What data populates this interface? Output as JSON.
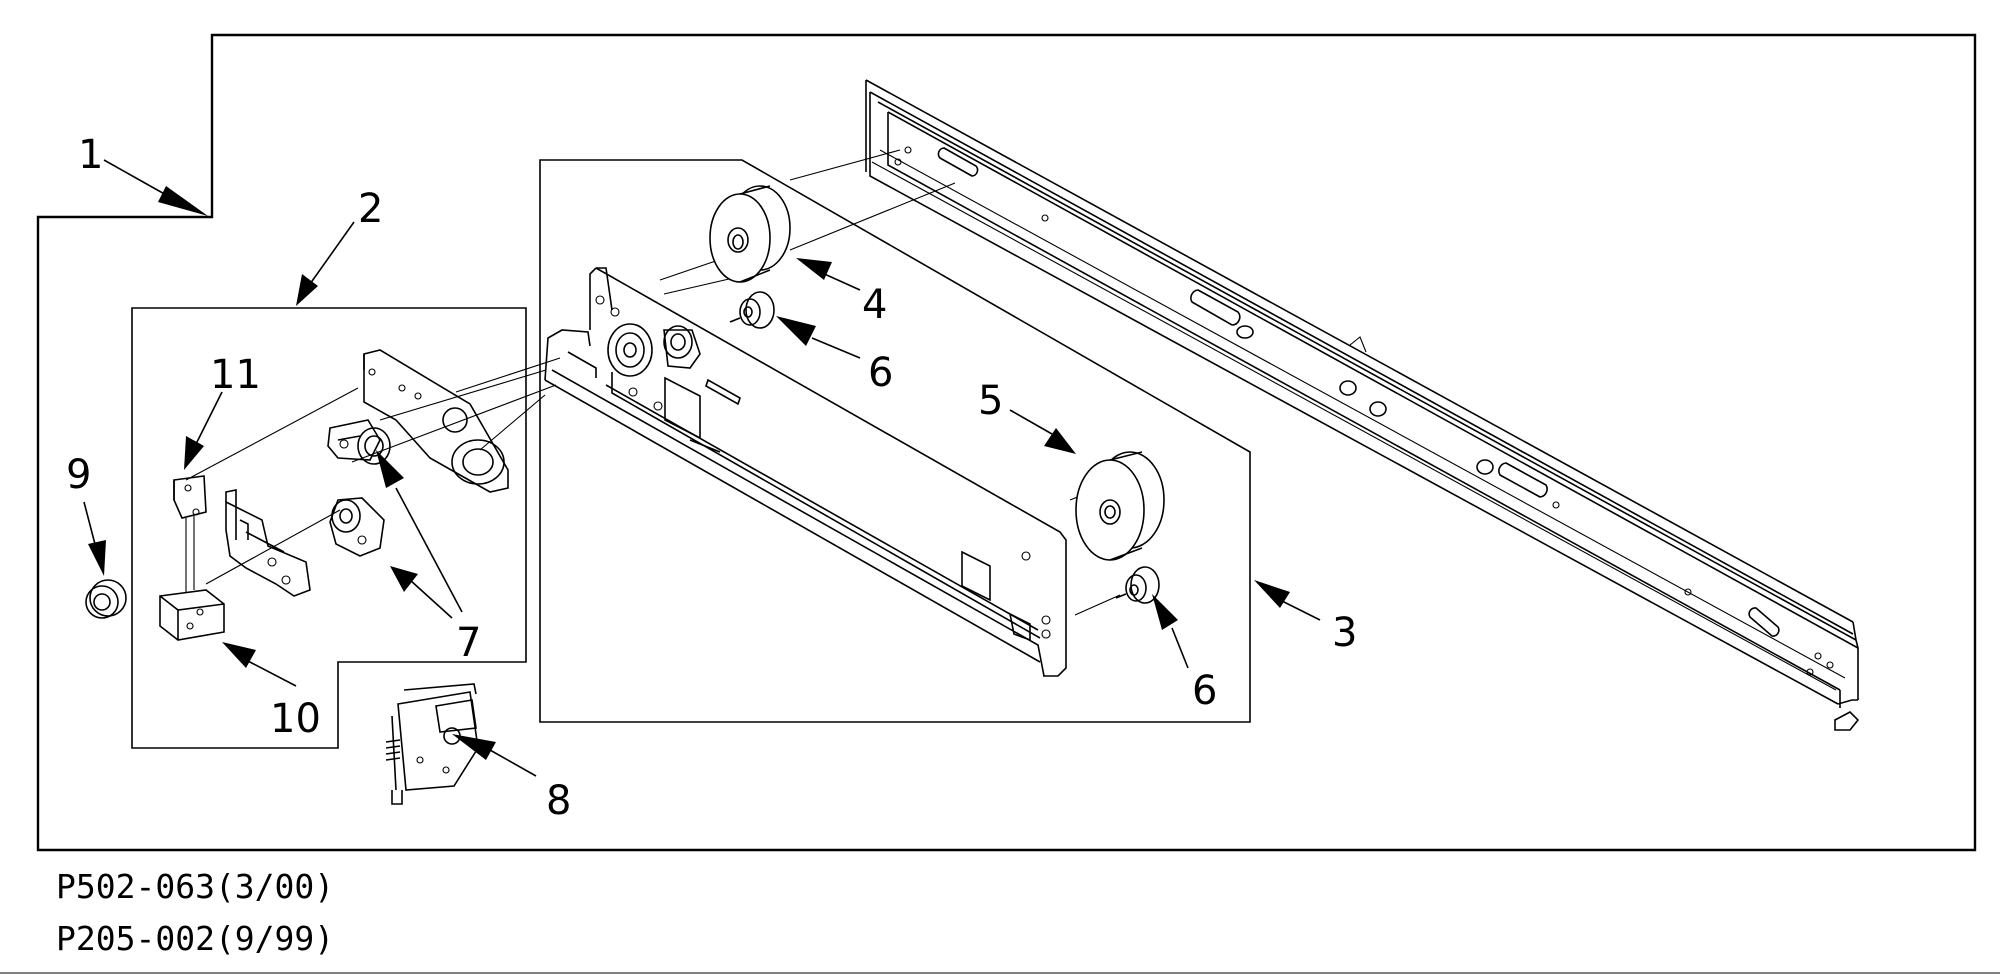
{
  "callouts": [
    "1",
    "2",
    "3",
    "4",
    "5",
    "6",
    "6",
    "7",
    "8",
    "9",
    "10",
    "11"
  ],
  "reference_codes": [
    "P502-063(3/00)",
    "P205-002(9/99)"
  ]
}
